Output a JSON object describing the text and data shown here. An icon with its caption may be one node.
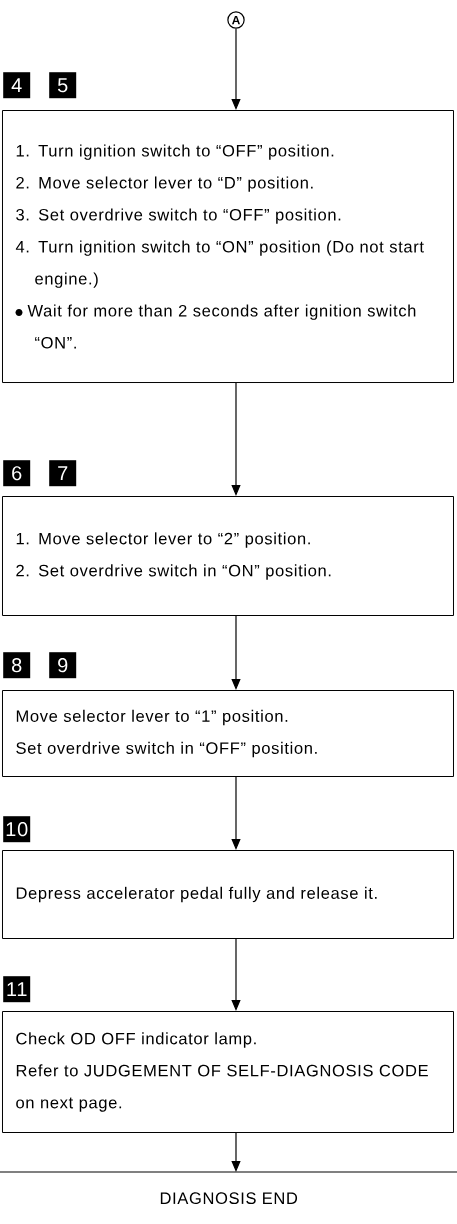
{
  "diagram": {
    "nodes": [
      {
        "text": [
          "A"
        ]
      },
      {
        "text": [
          "4",
          "5",
          "1. Turn ignition switch to “OFF” position.",
          "2. Move selector lever to “D” position.",
          "3. Set overdrive switch to “OFF” position.",
          "4. Turn ignition switch to “ON” position (Do not start engine.)",
          "Wait for more than 2 seconds after ignition switch “ON”."
        ]
      },
      {
        "text": [
          "6",
          "7",
          "1. Move selector lever to “2” position.",
          "2. Set overdrive switch in “ON” position."
        ]
      },
      {
        "text": [
          "8",
          "9",
          "Move selector lever to “1” position.",
          "Set overdrive switch in “OFF” position."
        ]
      },
      {
        "text": [
          "10",
          "Depress accelerator pedal fully and release it."
        ]
      },
      {
        "text": [
          "11",
          "Check OD OFF indicator lamp.",
          "Refer to JUDGEMENT OF SELF-DIAGNOSIS CODE on next page."
        ]
      },
      {
        "text": [
          "DIAGNOSIS END"
        ]
      }
    ],
    "edges": [
      {
        "from": 0,
        "to": 1,
        "arrow": "to"
      },
      {
        "from": 1,
        "to": 2,
        "arrow": "to"
      },
      {
        "from": 2,
        "to": 3,
        "arrow": "to"
      },
      {
        "from": 3,
        "to": 4,
        "arrow": "to"
      },
      {
        "from": 4,
        "to": 5,
        "arrow": "to"
      },
      {
        "from": 5,
        "to": 6,
        "arrow": "to"
      }
    ]
  }
}
